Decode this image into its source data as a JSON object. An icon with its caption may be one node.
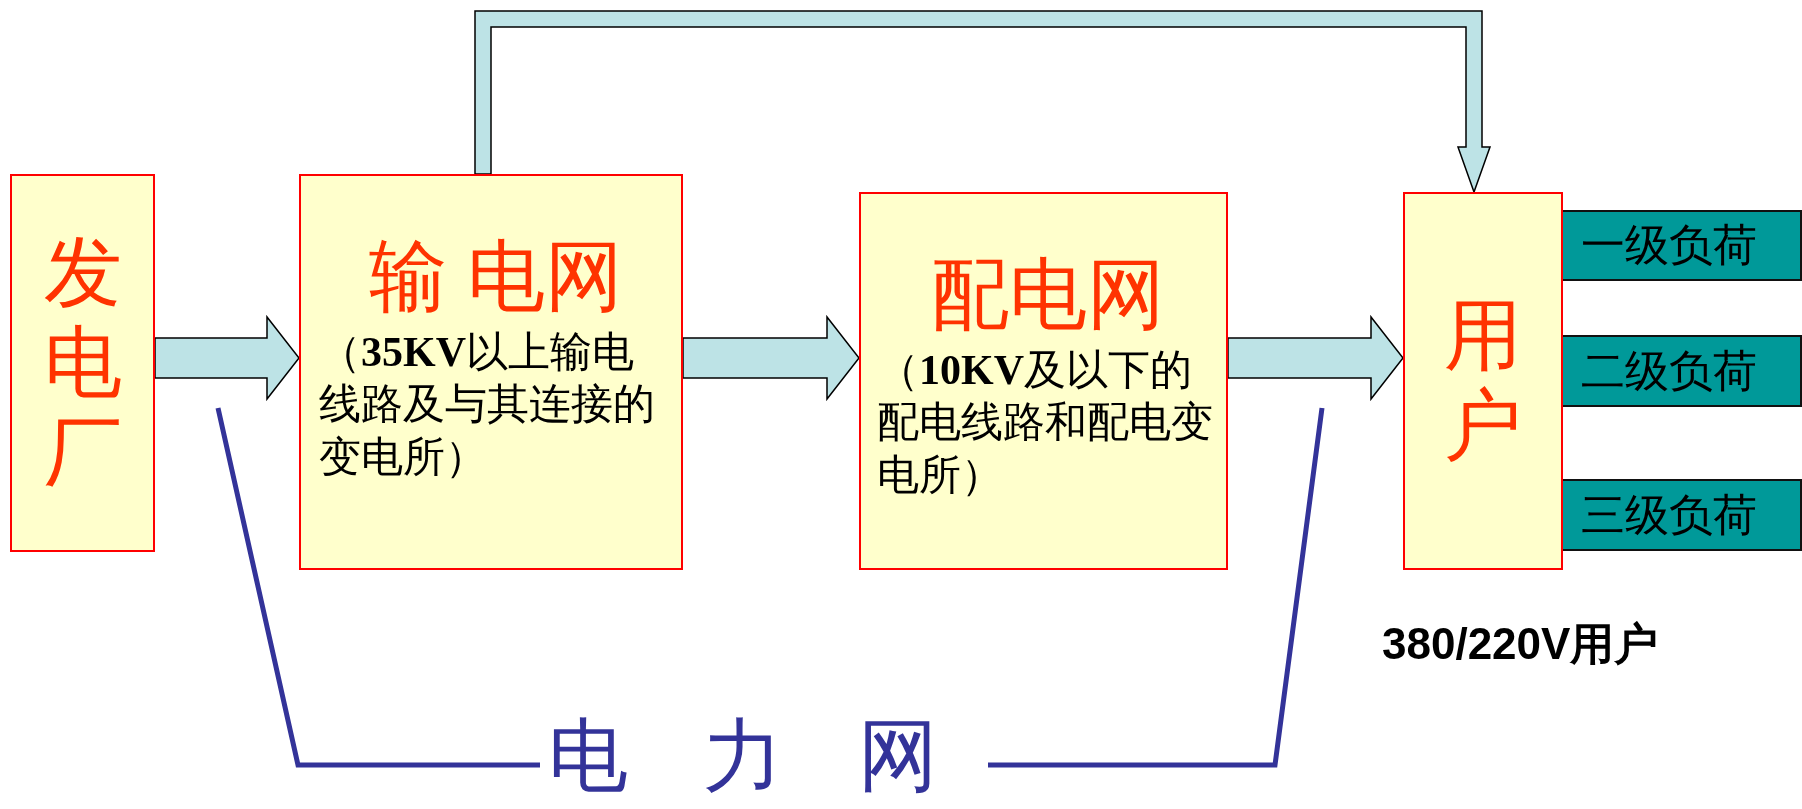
{
  "diagram": {
    "nodes": [
      {
        "text": [
          "发电厂"
        ]
      },
      {
        "text": [
          "输 电网",
          "（**35KV**以上输电线路及与其连接的变电所）"
        ]
      },
      {
        "text": [
          "配电网",
          "（**10KV**及以下的配电线路和配电变电所）"
        ]
      },
      {
        "text": [
          "用户"
        ]
      },
      {
        "text": [
          "一级负荷"
        ]
      },
      {
        "text": [
          "二级负荷"
        ]
      },
      {
        "text": [
          "三级负荷"
        ]
      }
    ],
    "edges": [
      {
        "from": 0,
        "to": 1,
        "arrow": "to"
      },
      {
        "from": 1,
        "to": 2,
        "arrow": "to"
      },
      {
        "from": 2,
        "to": 3,
        "arrow": "to"
      },
      {
        "from": 1,
        "to": 3,
        "arrow": "to"
      }
    ],
    "labels": [
      "380/220V用户",
      "电 力 网"
    ]
  }
}
